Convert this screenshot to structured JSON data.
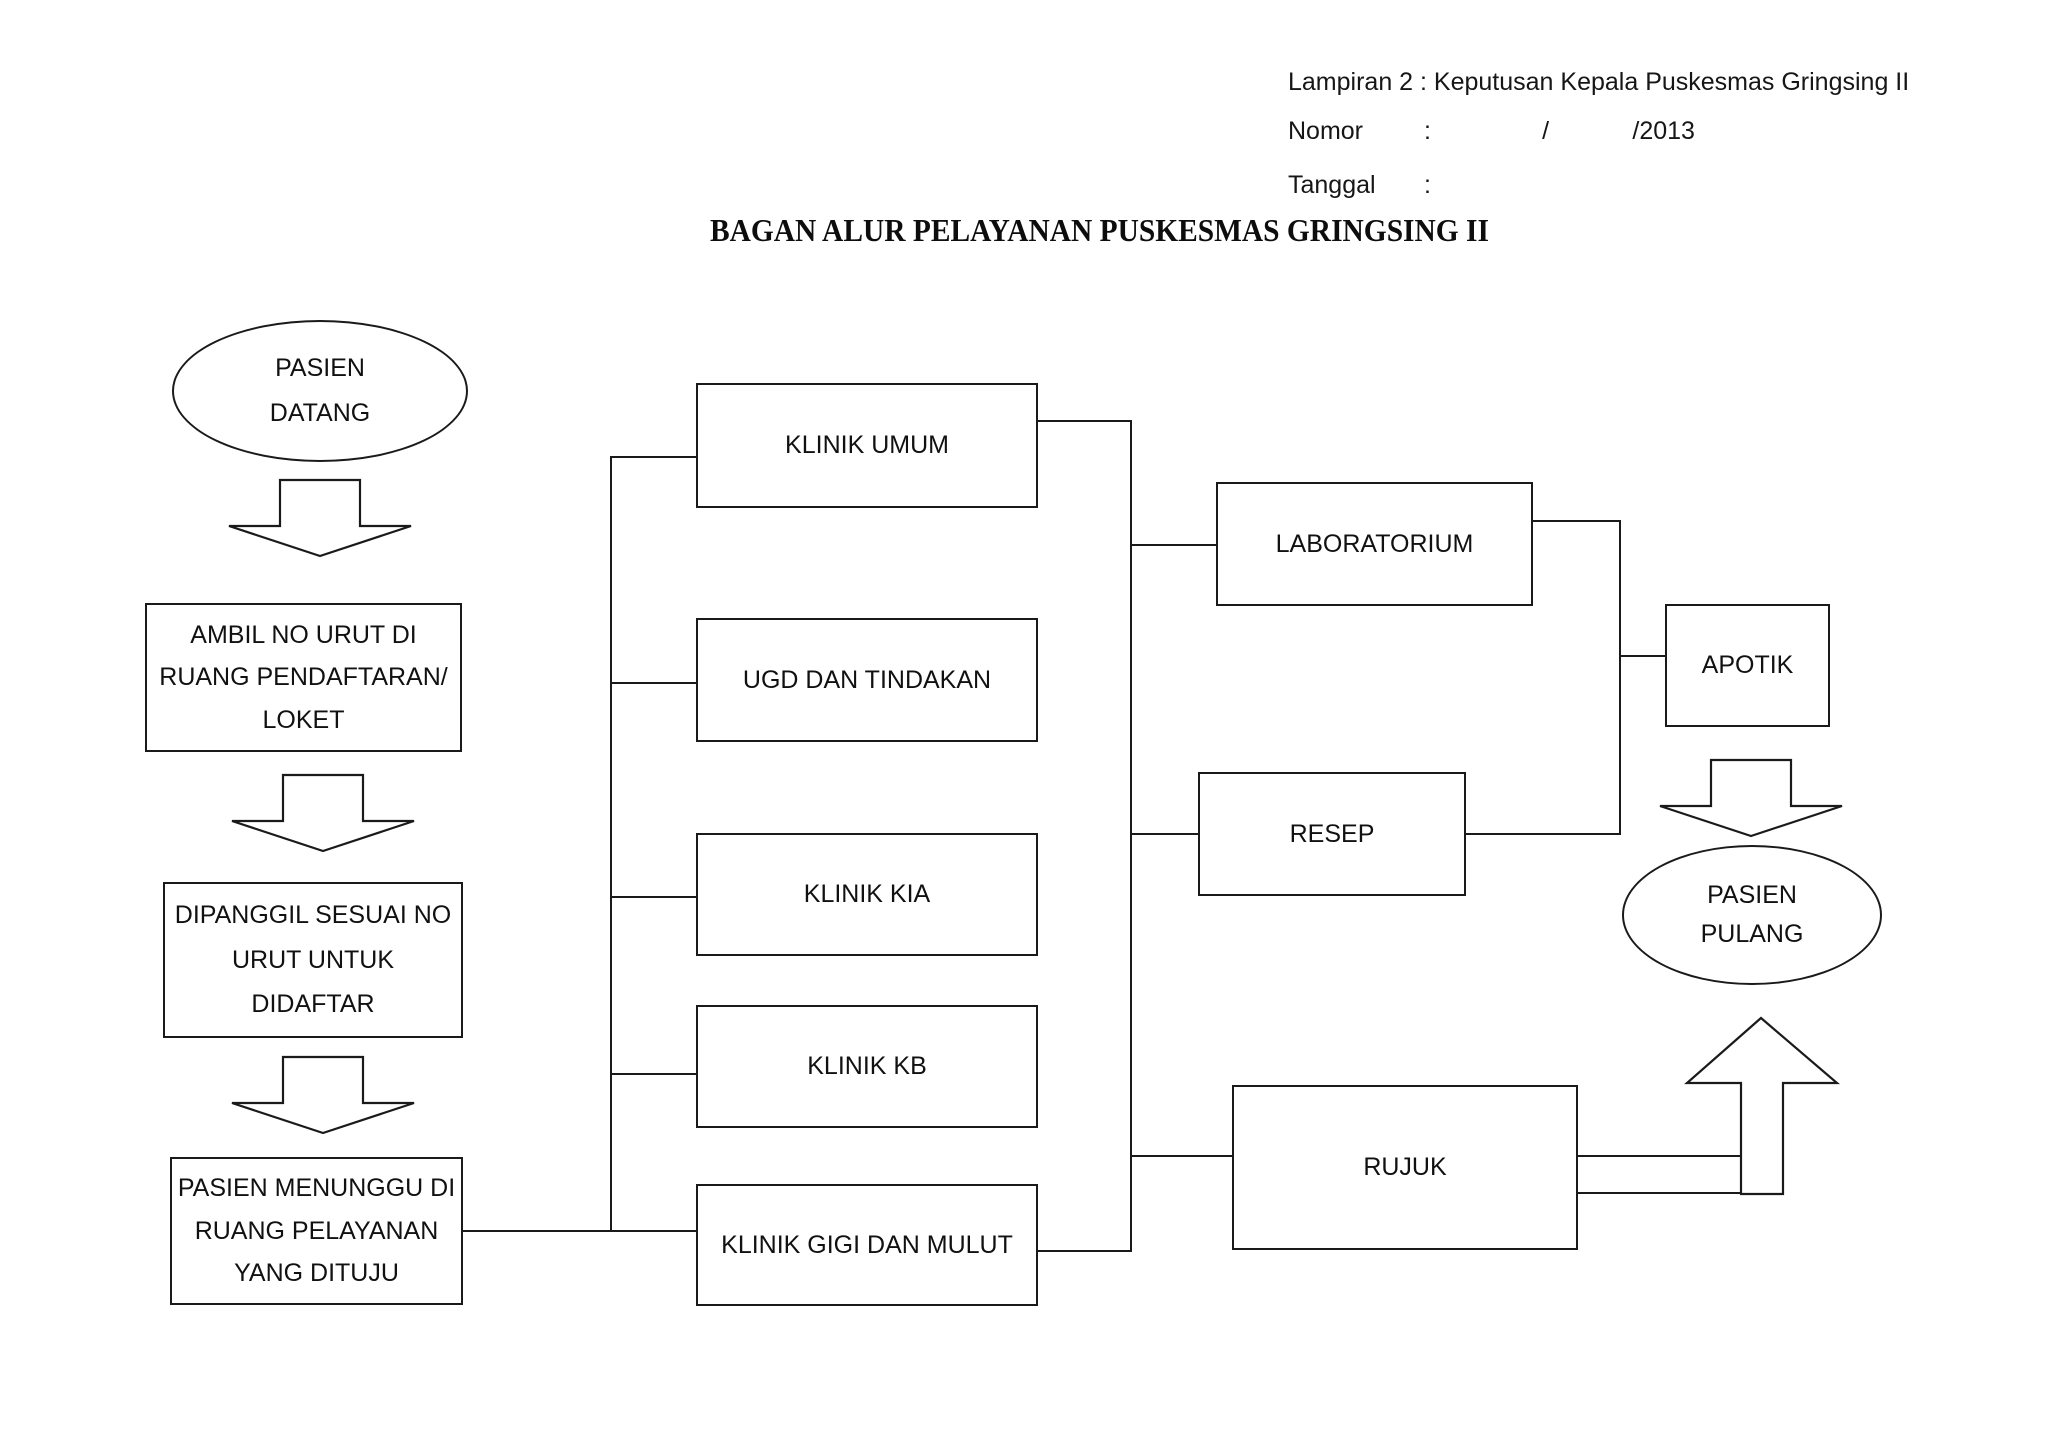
{
  "header": {
    "lampiran": "Lampiran 2 : Keputusan Kepala Puskesmas Gringsing II",
    "nomor_label": "Nomor",
    "nomor_value": ":                /            /2013",
    "tanggal_label": "Tanggal",
    "tanggal_value": ":"
  },
  "title": "BAGAN ALUR PELAYANAN PUSKESMAS GRINGSING II",
  "chart_data": {
    "type": "diagram",
    "title": "BAGAN ALUR PELAYANAN PUSKESMAS GRINGSING II",
    "nodes": [
      {
        "id": "pasien-datang",
        "shape": "ellipse",
        "lines": [
          "PASIEN",
          "DATANG"
        ]
      },
      {
        "id": "ambil-no-urut",
        "shape": "rect",
        "lines": [
          "AMBIL NO URUT DI",
          "RUANG PENDAFTARAN/",
          "LOKET"
        ]
      },
      {
        "id": "dipanggil",
        "shape": "rect",
        "lines": [
          "DIPANGGIL SESUAI NO",
          "URUT UNTUK",
          "DIDAFTAR"
        ]
      },
      {
        "id": "pasien-menunggu",
        "shape": "rect",
        "lines": [
          "PASIEN MENUNGGU DI",
          "RUANG PELAYANAN",
          "YANG DITUJU"
        ]
      },
      {
        "id": "klinik-umum",
        "shape": "rect",
        "lines": [
          "KLINIK  UMUM"
        ]
      },
      {
        "id": "ugd-tindakan",
        "shape": "rect",
        "lines": [
          "UGD DAN  TINDAKAN"
        ]
      },
      {
        "id": "klinik-kia",
        "shape": "rect",
        "lines": [
          "KLINIK KIA"
        ]
      },
      {
        "id": "klinik-kb",
        "shape": "rect",
        "lines": [
          "KLINIK KB"
        ]
      },
      {
        "id": "klinik-gigi",
        "shape": "rect",
        "lines": [
          "KLINIK GIGI DAN MULUT"
        ]
      },
      {
        "id": "laboratorium",
        "shape": "rect",
        "lines": [
          "LABORATORIUM"
        ]
      },
      {
        "id": "resep",
        "shape": "rect",
        "lines": [
          "RESEP"
        ]
      },
      {
        "id": "rujuk",
        "shape": "rect",
        "lines": [
          "RUJUK"
        ]
      },
      {
        "id": "apotik",
        "shape": "rect",
        "lines": [
          "APOTIK"
        ]
      },
      {
        "id": "pasien-pulang",
        "shape": "ellipse",
        "lines": [
          "PASIEN",
          "PULANG"
        ]
      }
    ],
    "edges": [
      {
        "from": "pasien-datang",
        "to": "ambil-no-urut",
        "style": "block-arrow-down"
      },
      {
        "from": "ambil-no-urut",
        "to": "dipanggil",
        "style": "block-arrow-down"
      },
      {
        "from": "dipanggil",
        "to": "pasien-menunggu",
        "style": "block-arrow-down"
      },
      {
        "from": "pasien-menunggu",
        "to": "klinik-umum",
        "style": "orthogonal-bus"
      },
      {
        "from": "pasien-menunggu",
        "to": "ugd-tindakan",
        "style": "orthogonal-bus"
      },
      {
        "from": "pasien-menunggu",
        "to": "klinik-kia",
        "style": "orthogonal-bus"
      },
      {
        "from": "pasien-menunggu",
        "to": "klinik-kb",
        "style": "orthogonal-bus"
      },
      {
        "from": "pasien-menunggu",
        "to": "klinik-gigi",
        "style": "orthogonal-bus"
      },
      {
        "from": "klinik-umum",
        "to": "laboratorium",
        "style": "orthogonal-bus"
      },
      {
        "from": "klinik-gigi",
        "to": "resep",
        "style": "orthogonal-bus"
      },
      {
        "from": "klinik-gigi",
        "to": "rujuk",
        "style": "orthogonal-bus"
      },
      {
        "from": "laboratorium",
        "to": "apotik",
        "style": "orthogonal"
      },
      {
        "from": "resep",
        "to": "apotik",
        "style": "orthogonal"
      },
      {
        "from": "apotik",
        "to": "pasien-pulang",
        "style": "block-arrow-down"
      },
      {
        "from": "rujuk",
        "to": "pasien-pulang",
        "style": "block-arrow-up"
      }
    ]
  },
  "nodes": {
    "pasien_datang": {
      "line1": "PASIEN",
      "line2": "DATANG"
    },
    "ambil_no_urut": {
      "line1": "AMBIL NO URUT DI",
      "line2": "RUANG PENDAFTARAN/",
      "line3": "LOKET"
    },
    "dipanggil": {
      "line1": "DIPANGGIL SESUAI NO",
      "line2": "URUT UNTUK",
      "line3": "DIDAFTAR"
    },
    "pasien_menunggu": {
      "line1": "PASIEN MENUNGGU DI",
      "line2": "RUANG PELAYANAN",
      "line3": "YANG DITUJU"
    },
    "klinik_umum": {
      "label": "KLINIK  UMUM"
    },
    "ugd_tindakan": {
      "label": "UGD DAN  TINDAKAN"
    },
    "klinik_kia": {
      "label": "KLINIK KIA"
    },
    "klinik_kb": {
      "label": "KLINIK KB"
    },
    "klinik_gigi": {
      "label": "KLINIK GIGI DAN MULUT"
    },
    "laboratorium": {
      "label": "LABORATORIUM"
    },
    "resep": {
      "label": "RESEP"
    },
    "rujuk": {
      "label": "RUJUK"
    },
    "apotik": {
      "label": "APOTIK"
    },
    "pasien_pulang": {
      "line1": "PASIEN",
      "line2": "PULANG"
    }
  },
  "colors": {
    "stroke": "#1a1a1a",
    "background": "#ffffff",
    "text": "#111111"
  }
}
